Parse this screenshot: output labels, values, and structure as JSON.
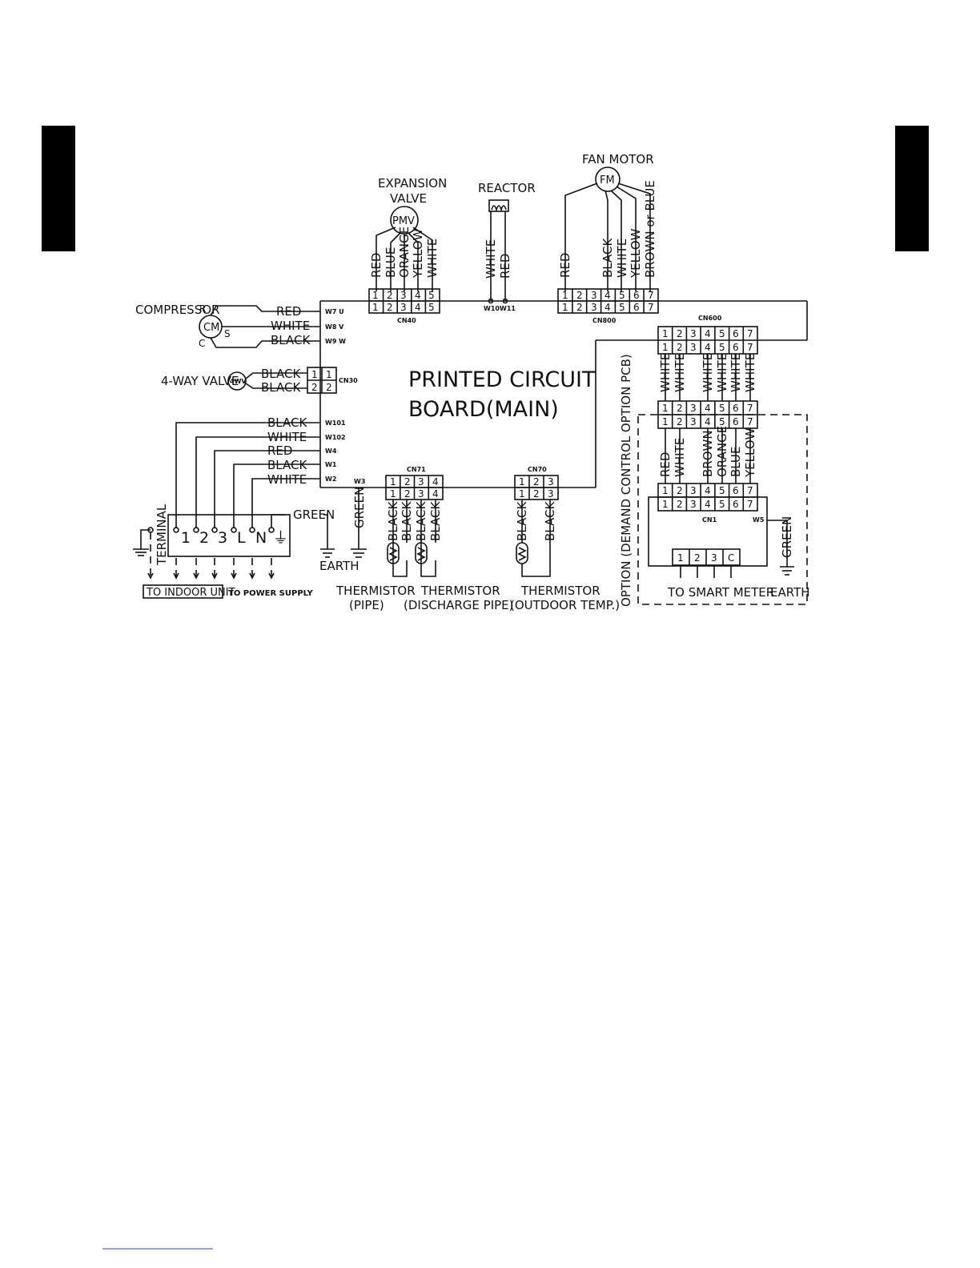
{
  "title": {
    "line1": "PRINTED CIRCUIT",
    "line2": "BOARD(MAIN)"
  },
  "components": {
    "expansion_valve": {
      "line1": "EXPANSION",
      "line2": "VALVE",
      "symbol": "PMV"
    },
    "reactor": "REACTOR",
    "fan_motor": {
      "label": "FAN MOTOR",
      "symbol": "FM"
    },
    "compressor": {
      "label": "COMPRESSOR",
      "symbol": "CM",
      "pins": [
        "R",
        "S",
        "C"
      ]
    },
    "four_way_valve": {
      "label": "4-WAY VALVE",
      "symbol": "4WV"
    },
    "terminal": "TERMINAL"
  },
  "connectors": {
    "cn40": {
      "name": "CN40",
      "pins": [
        "1",
        "2",
        "3",
        "4",
        "5"
      ],
      "wires": [
        "RED",
        "BLUE",
        "ORANGE",
        "YELLOW",
        "WHITE"
      ]
    },
    "reactor_wires": [
      "WHITE",
      "RED"
    ],
    "cn800": {
      "name": "CN800",
      "pins": [
        "1",
        "2",
        "3",
        "4",
        "5",
        "6",
        "7"
      ],
      "wires": [
        "RED",
        "BLACK",
        "WHITE",
        "YELLOW",
        "BROWN or BLUE"
      ]
    },
    "cn600": {
      "name": "CN600",
      "pins": [
        "1",
        "2",
        "3",
        "4",
        "5",
        "6",
        "7"
      ],
      "wires": [
        "WHITE",
        "WHITE",
        "WHITE",
        "WHITE",
        "WHITE",
        "WHITE"
      ]
    },
    "cn1": {
      "name": "CN1",
      "pins": [
        "1",
        "2",
        "3",
        "4",
        "5",
        "6",
        "7"
      ],
      "wires": [
        "RED",
        "WHITE",
        "BROWN",
        "ORANGE",
        "BLUE",
        "YELLOW"
      ]
    },
    "cn30": {
      "name": "CN30",
      "pins": [
        "1",
        "2"
      ],
      "wires": [
        "BLACK",
        "BLACK"
      ]
    },
    "cn71": {
      "name": "CN71",
      "pins": [
        "1",
        "2",
        "3",
        "4"
      ],
      "wires": [
        "BLACK",
        "BLACK",
        "BLACK",
        "BLACK"
      ]
    },
    "cn70": {
      "name": "CN70",
      "pins": [
        "1",
        "2",
        "3"
      ],
      "wires": [
        "BLACK",
        "BLACK"
      ]
    },
    "smart_meter_pins": [
      "1",
      "2",
      "3",
      "C"
    ]
  },
  "compressor_wires": [
    {
      "color": "RED",
      "tag": "W7 U"
    },
    {
      "color": "WHITE",
      "tag": "W8 V"
    },
    {
      "color": "BLACK",
      "tag": "W9 W"
    }
  ],
  "terminal_wires": [
    {
      "color": "BLACK",
      "tag": "W101"
    },
    {
      "color": "WHITE",
      "tag": "W102"
    },
    {
      "color": "RED",
      "tag": "W4"
    },
    {
      "color": "BLACK",
      "tag": "W1"
    },
    {
      "color": "WHITE",
      "tag": "W2"
    }
  ],
  "terminal_pins": [
    "1",
    "2",
    "3",
    "L",
    "N",
    "⏚"
  ],
  "tags": {
    "w10": "W10",
    "w11": "W11",
    "w3": "W3",
    "w5": "W5"
  },
  "ground": {
    "wire": "GREEN",
    "earth": "EARTH"
  },
  "sensors": {
    "pipe": {
      "line1": "THERMISTOR",
      "line2": "(PIPE)"
    },
    "discharge": {
      "line1": "THERMISTOR",
      "line2": "(DISCHARGE PIPE)"
    },
    "outdoor": {
      "line1": "THERMISTOR",
      "line2": "(OUTDOOR TEMP.)"
    }
  },
  "destinations": {
    "indoor": "TO INDOOR UNIT",
    "power": "TO POWER SUPPLY",
    "smart_meter": "TO SMART METER"
  },
  "option": "OPTION (DEMAND CONTROL OPTION PCB)"
}
